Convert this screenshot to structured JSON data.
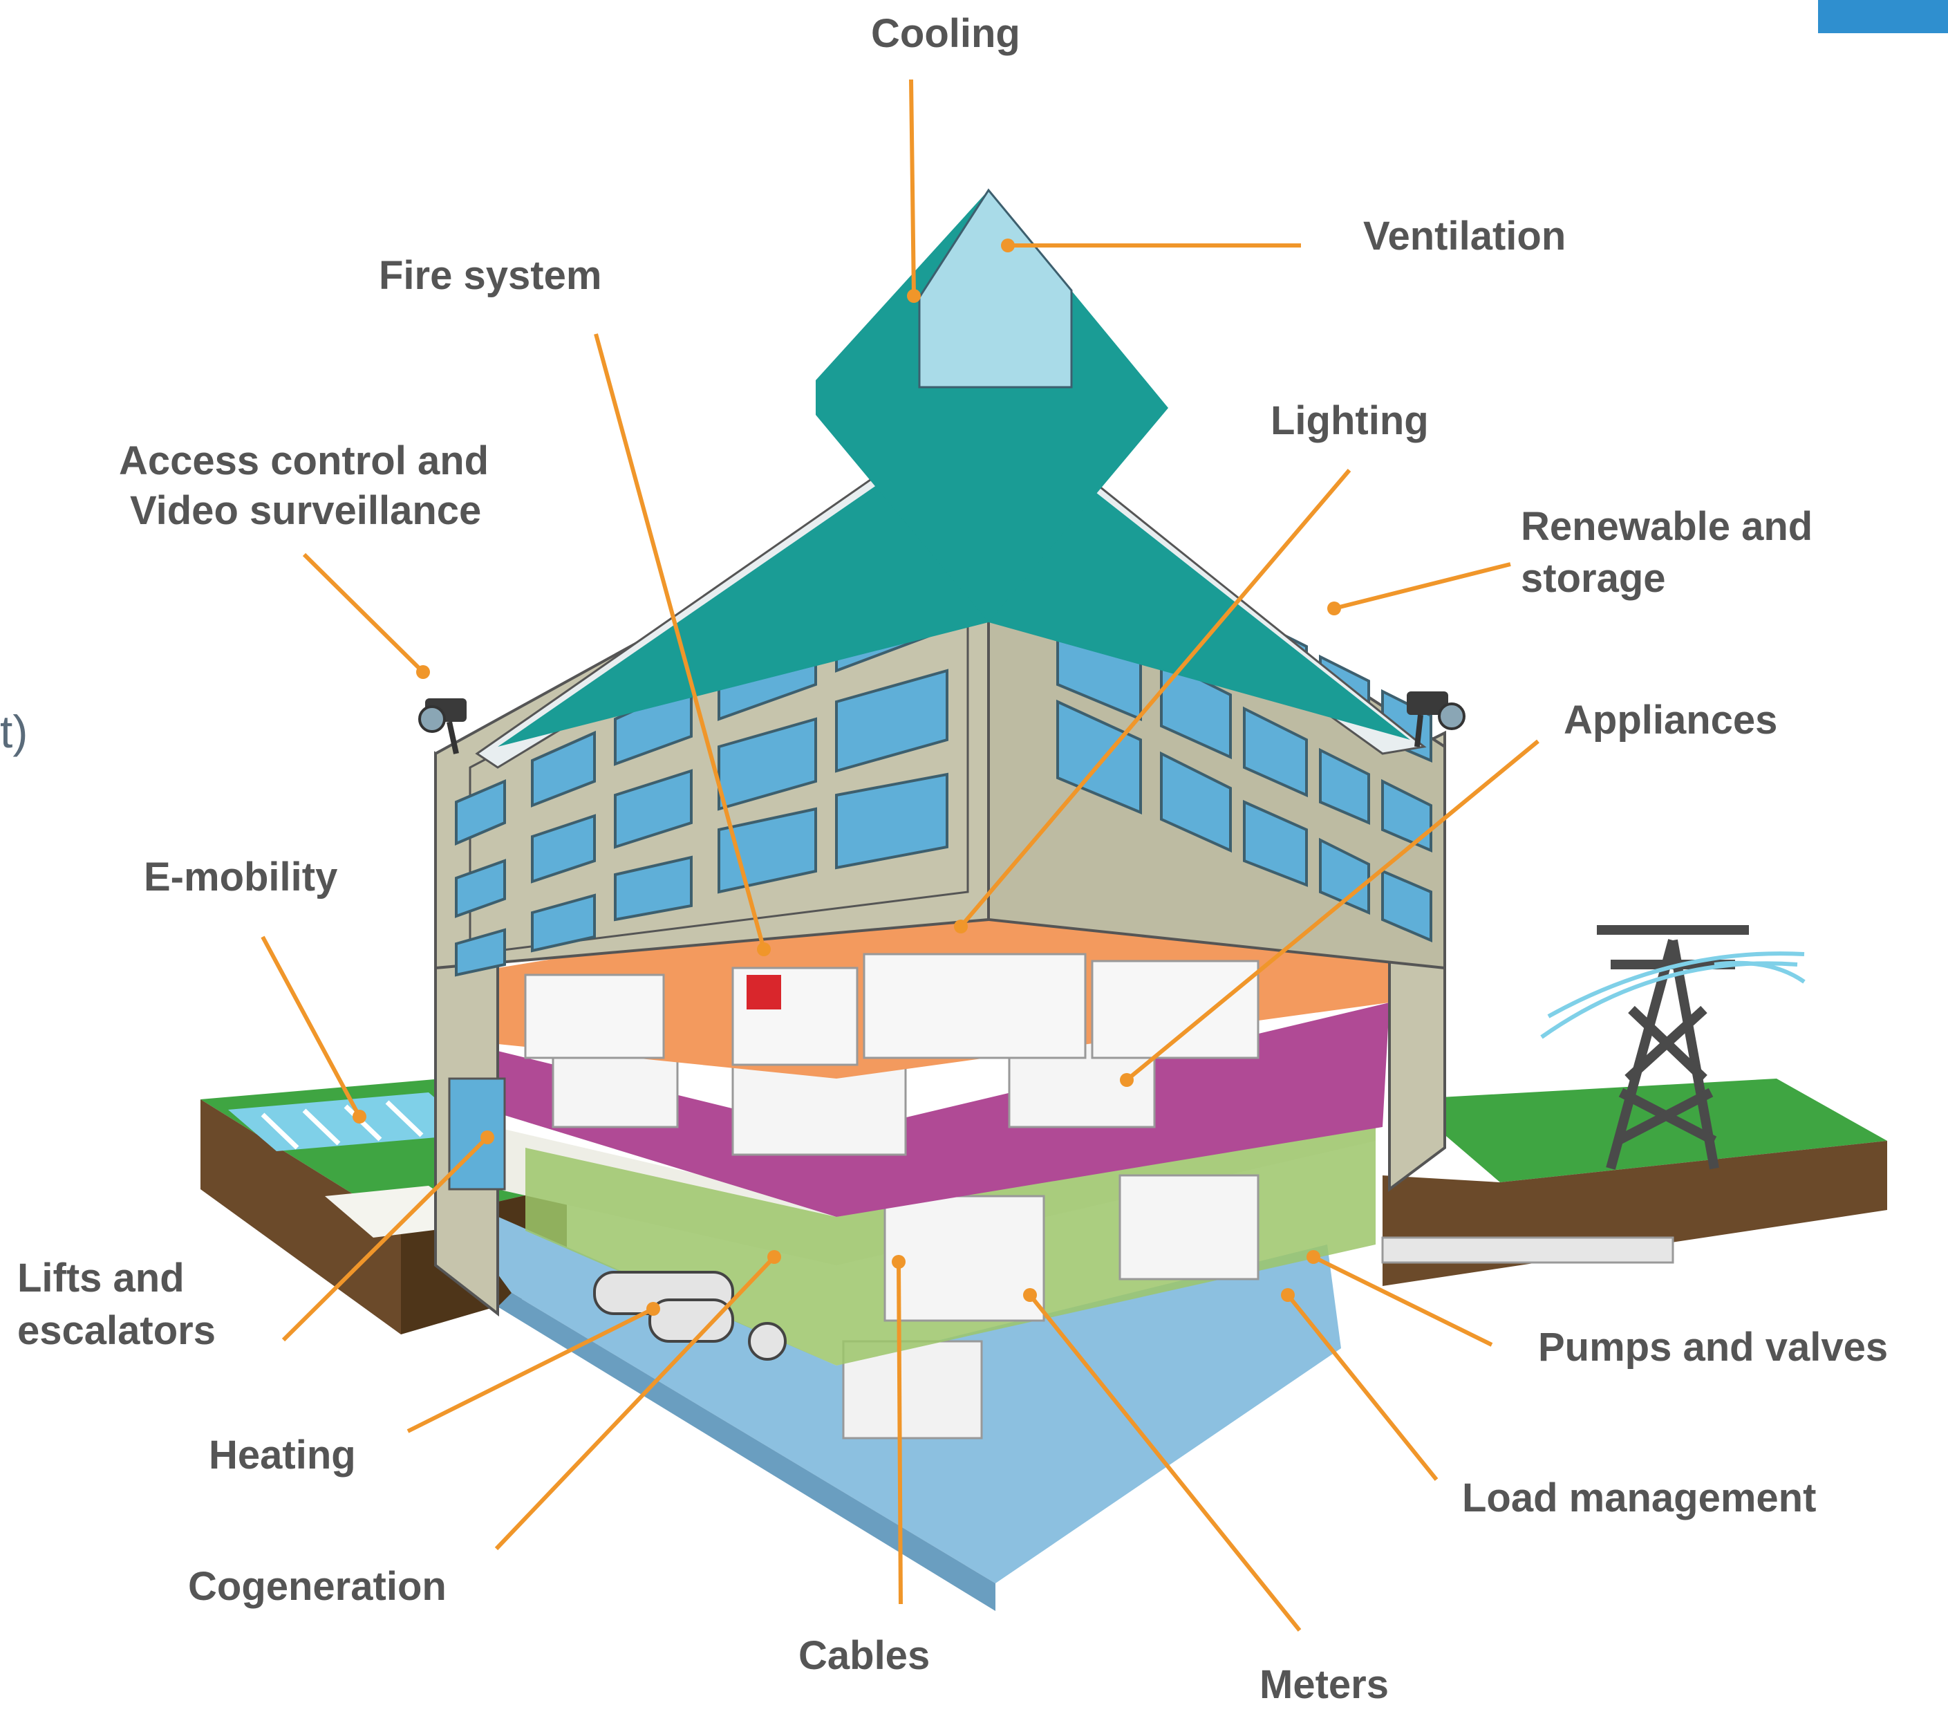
{
  "colors": {
    "leader": "#F0962A",
    "label": "#555555",
    "accent": "#2F8FCF",
    "roof": "#1A9C95",
    "facade": "#C6C4AC",
    "window": "#5FAFD8",
    "orange_floor": "#F39A5E",
    "magenta_floor": "#B04A95",
    "green_floor": "#9CC56A",
    "basement": "#8CC0E0",
    "grass": "#3FA542",
    "soil": "#6B4A2A"
  },
  "edge_text": "t)",
  "labels": {
    "cooling": "Cooling",
    "ventilation": "Ventilation",
    "fire_system": "Fire system",
    "lighting": "Lighting",
    "access_line1": "Access control and",
    "access_line2": "Video surveillance",
    "renewable_line1": "Renewable and",
    "renewable_line2": "storage",
    "appliances": "Appliances",
    "emobility": "E-mobility",
    "lifts_line1": "Lifts and",
    "lifts_line2": "escalators",
    "pumps": "Pumps and valves",
    "heating": "Heating",
    "load": "Load management",
    "cogeneration": "Cogeneration",
    "cables": "Cables",
    "meters": "Meters"
  }
}
